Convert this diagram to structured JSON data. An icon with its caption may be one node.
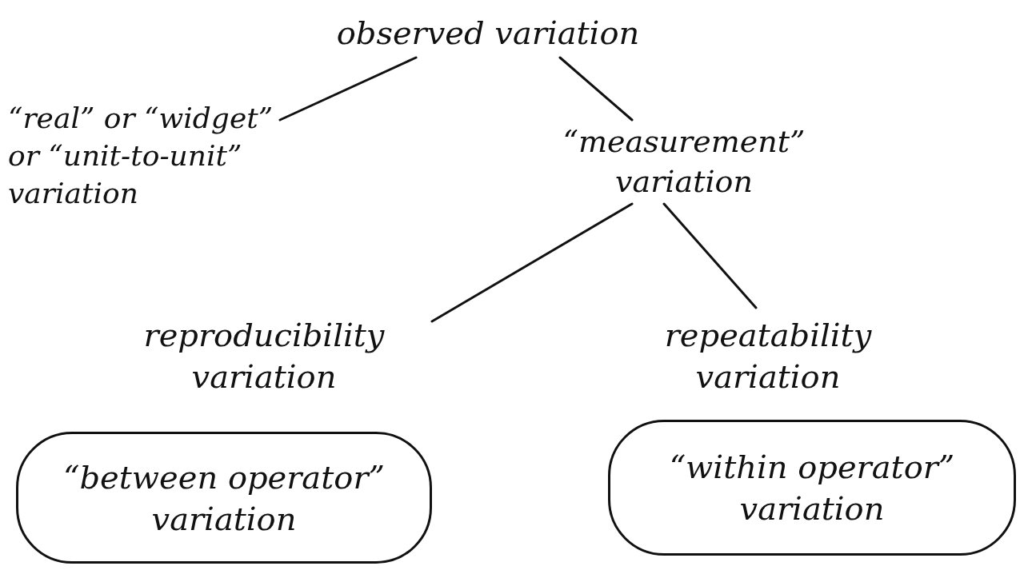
{
  "diagram": {
    "nodes": [
      {
        "text": [
          "observed variation"
        ]
      },
      {
        "text": [
          "“real” or “widget” or “unit-to-unit” variation"
        ]
      },
      {
        "text": [
          "“measurement” variation"
        ]
      },
      {
        "text": [
          "reproducibility variation"
        ]
      },
      {
        "text": [
          "repeatability variation"
        ]
      },
      {
        "text": [
          "“between operator” variation"
        ]
      },
      {
        "text": [
          "“within operator” variation"
        ]
      }
    ],
    "edges": [
      {
        "from": 0,
        "to": 1,
        "arrow": "none"
      },
      {
        "from": 0,
        "to": 2,
        "arrow": "none"
      },
      {
        "from": 2,
        "to": 3,
        "arrow": "none"
      },
      {
        "from": 2,
        "to": 4,
        "arrow": "none"
      }
    ]
  }
}
